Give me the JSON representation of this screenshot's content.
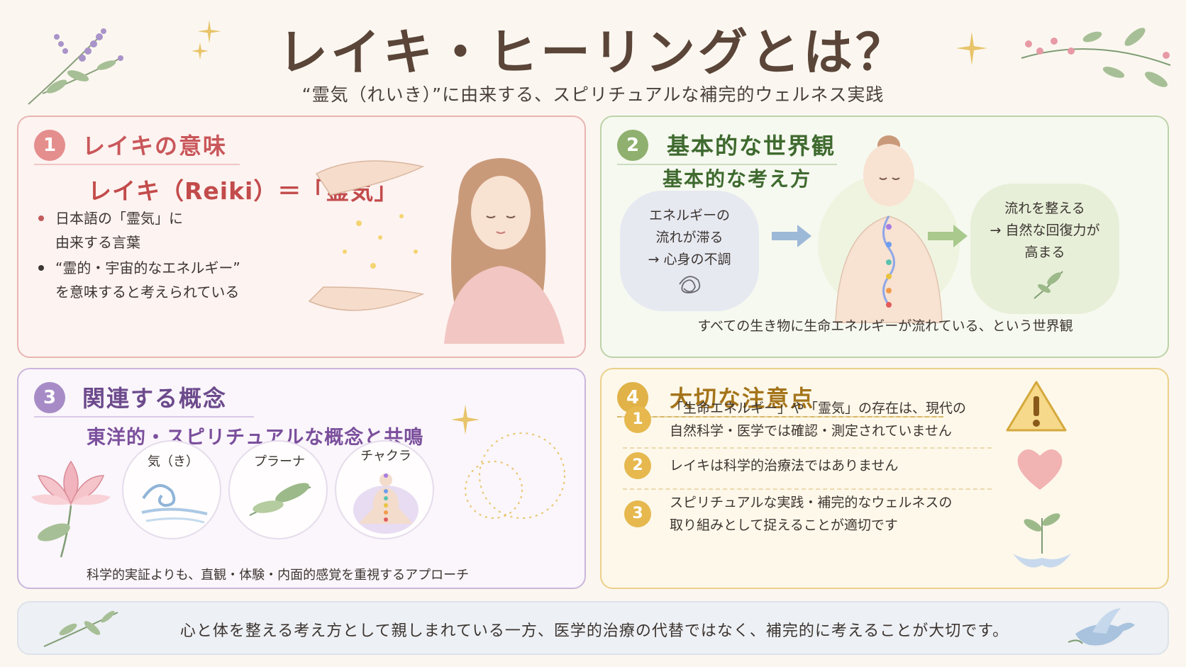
{
  "header": {
    "title": "レイキ・ヒーリングとは？",
    "subtitle": "“霊気（れいき）”に由来する、スピリチュアルな補完的ウェルネス実践"
  },
  "card1": {
    "number": "1",
    "heading": "レイキの意味",
    "formula": "レイキ（Reiki）＝「霊気」",
    "bullets": [
      [
        "日本語の「霊気」に",
        "由来する言葉"
      ],
      [
        "“霊的・宇宙的なエネルギー”",
        "を意味すると考えられている"
      ]
    ]
  },
  "card2": {
    "number": "2",
    "heading": "基本的な世界観",
    "subheading": "基本的な考え方",
    "left_cloud": [
      "エネルギーの",
      "流れが滞る",
      "→ 心身の不調"
    ],
    "right_cloud": [
      "流れを整える",
      "→ 自然な回復力が",
      "高まる"
    ],
    "footer": "すべての生き物に生命エネルギーが流れている、という世界観"
  },
  "card3": {
    "number": "3",
    "heading": "関連する概念",
    "subheading": "東洋的・スピリチュアルな概念と共鳴",
    "concepts": [
      "気（き）",
      "プラーナ",
      "チャクラ"
    ],
    "footer": "科学的実証よりも、直観・体験・内面的感覚を重視するアプローチ"
  },
  "card4": {
    "number": "4",
    "heading": "大切な注意点",
    "points": [
      {
        "num": "1",
        "lines": [
          "「生命エネルギー」や「霊気」の存在は、現代の",
          "自然科学・医学では確認・測定されていません"
        ]
      },
      {
        "num": "2",
        "lines": [
          "レイキは科学的治療法ではありません"
        ]
      },
      {
        "num": "3",
        "lines": [
          "スピリチュアルな実践・補完的なウェルネスの",
          "取り組みとして捉えることが適切です"
        ]
      }
    ]
  },
  "footer": {
    "text": "心と体を整える考え方として親しまれている一方、医学的治療の代替ではなく、補完的に考えることが大切です。"
  },
  "colors": {
    "card1": "#e58e8e",
    "card2": "#8fb06e",
    "card3": "#a78bc6",
    "card4": "#e0b247"
  },
  "icons": [
    "lavender-sprig-icon",
    "sparkle-icon",
    "leaf-branch-icon",
    "hands-icon",
    "woman-illustration-icon",
    "chakra-figure-icon",
    "arrow-right-icon",
    "tangle-icon",
    "lotus-icon",
    "wind-swirl-icon",
    "leaves-icon",
    "warning-icon",
    "heart-icon",
    "sprout-hands-icon",
    "dove-icon"
  ]
}
